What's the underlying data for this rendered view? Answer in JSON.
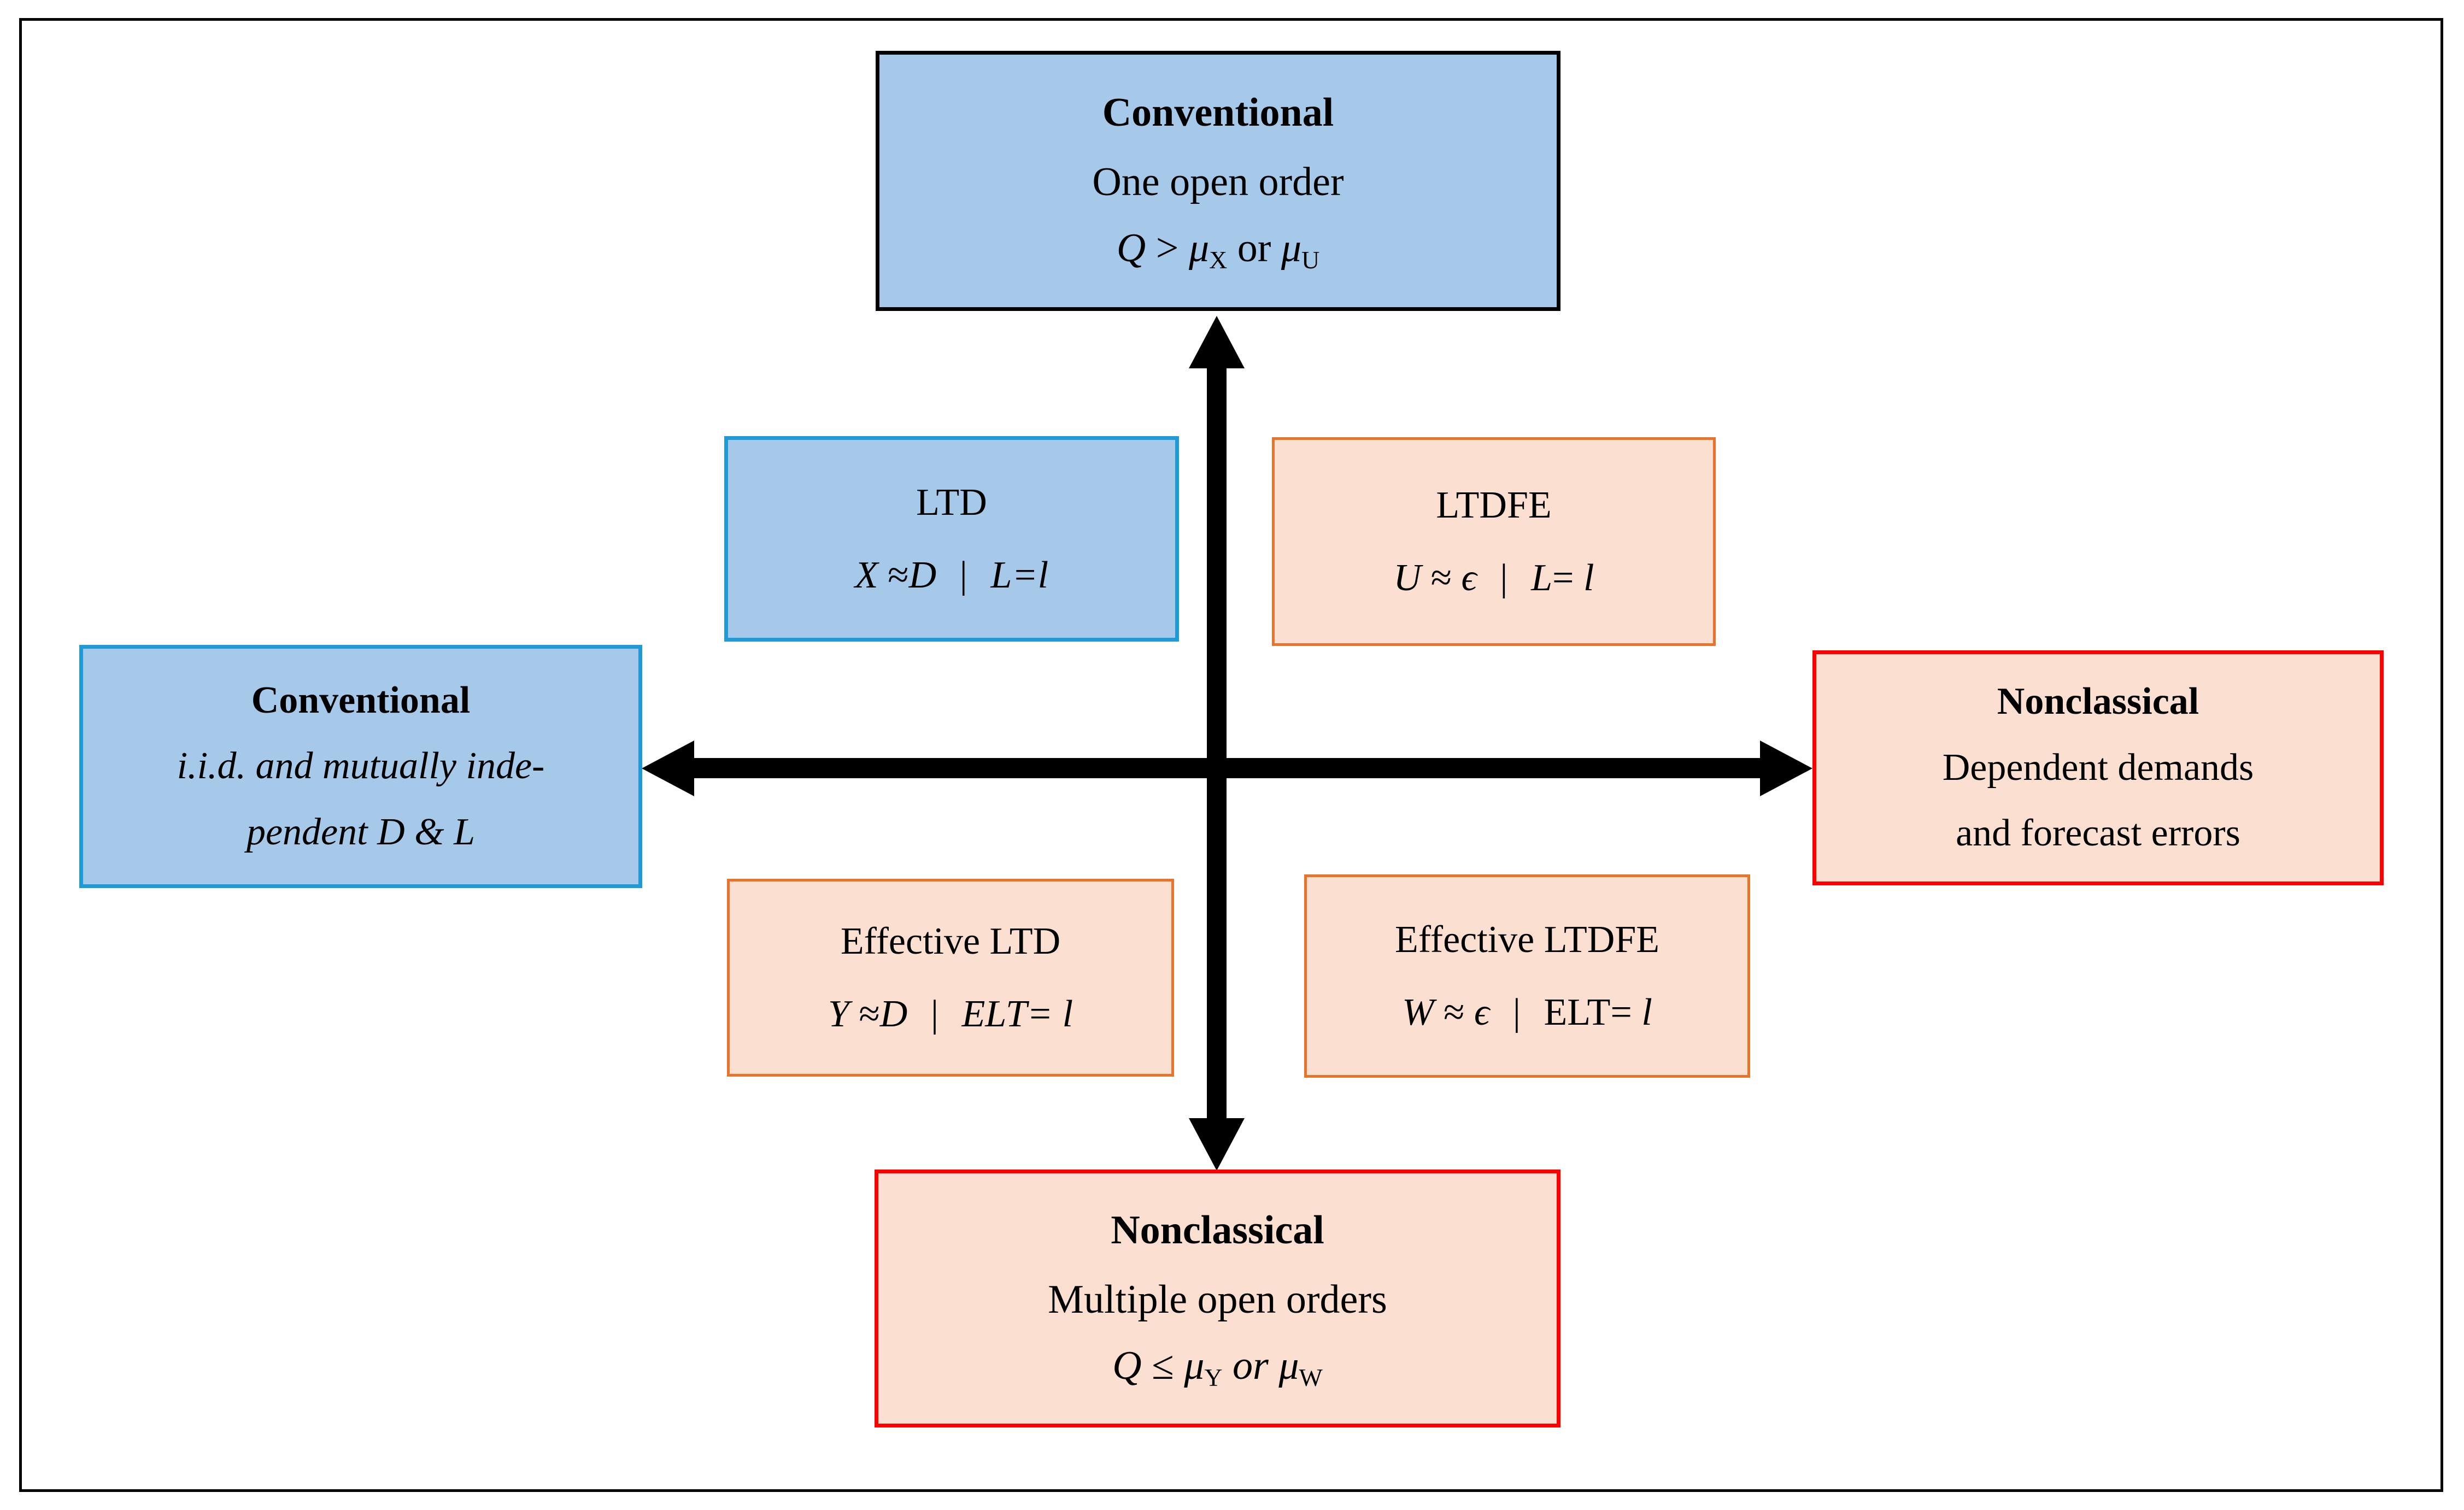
{
  "figure": {
    "kind": "quadrant-diagram",
    "frame_border_color": "#000000",
    "background": "#ffffff"
  },
  "palette": {
    "blue_fill": "#A6C9EA",
    "peach_fill": "#FBE0D1",
    "blue_border": "#1E9BD7",
    "red_border": "#FF0000",
    "orange_border": "#E8742B",
    "black_border": "#000000",
    "arrow_color": "#000000"
  },
  "axes": {
    "vertical": {
      "top_pole": "Conventional",
      "bottom_pole": "Nonclassical",
      "icon": "double-headed-vertical-arrow"
    },
    "horizontal": {
      "left_pole": "Conventional",
      "right_pole": "Nonclassical",
      "icon": "double-headed-horizontal-arrow"
    }
  },
  "nodes": {
    "top": {
      "title": "Conventional",
      "line1": "One open order",
      "formula": {
        "lhs": "Q",
        "relation": ">",
        "term1_symbol": "μ",
        "term1_sub": "X",
        "conjunction": "or",
        "term2_symbol": "μ",
        "term2_sub": "U"
      },
      "fill": "#A6C9EA",
      "border": "#000000"
    },
    "left": {
      "title": "Conventional",
      "line1": "i.i.d. and mutually inde-",
      "line2": "pendent D & L",
      "fill": "#A6C9EA",
      "border": "#1E9BD7"
    },
    "right": {
      "title": "Nonclassical",
      "line1": "Dependent demands",
      "line2": "and forecast errors",
      "fill": "#FBE0D1",
      "border": "#FF0000"
    },
    "bottom": {
      "title": "Nonclassical",
      "line1": "Multiple open orders",
      "formula": {
        "lhs": "Q",
        "relation": "≤",
        "term1_symbol": "μ",
        "term1_sub": "Y",
        "conjunction": "or",
        "term2_symbol": "μ",
        "term2_sub": "W"
      },
      "fill": "#FBE0D1",
      "border": "#FF0000"
    },
    "ltd": {
      "title": "LTD",
      "formula": {
        "lhs": "X",
        "relation": "≈",
        "rhs": "D",
        "bar": "|",
        "cond_lhs": "L",
        "cond_rel": "=",
        "cond_rhs": "l"
      },
      "fill": "#A6C9EA",
      "border": "#1E9BD7"
    },
    "ltdfe": {
      "title": "LTDFE",
      "formula": {
        "lhs": "U",
        "relation": "≈",
        "rhs": "ϵ",
        "bar": "|",
        "cond_lhs": "L",
        "cond_rel": "=",
        "cond_rhs": "l"
      },
      "fill": "#FBE0D1",
      "border": "#E8742B"
    },
    "effective_ltd": {
      "title": "Effective LTD",
      "formula": {
        "lhs": "Y",
        "relation": "≈",
        "rhs": "D",
        "bar": "|",
        "cond_lhs": "ELT",
        "cond_rel": "=",
        "cond_rhs": "l"
      },
      "fill": "#FBE0D1",
      "border": "#E8742B"
    },
    "effective_ltdfe": {
      "title": "Effective LTDFE",
      "formula": {
        "lhs": "W",
        "relation": "≈",
        "rhs": "ϵ",
        "bar": "|",
        "cond_lhs": "ELT",
        "cond_rel": "=",
        "cond_rhs": "l"
      },
      "fill": "#FBE0D1",
      "border": "#E8742B"
    }
  }
}
